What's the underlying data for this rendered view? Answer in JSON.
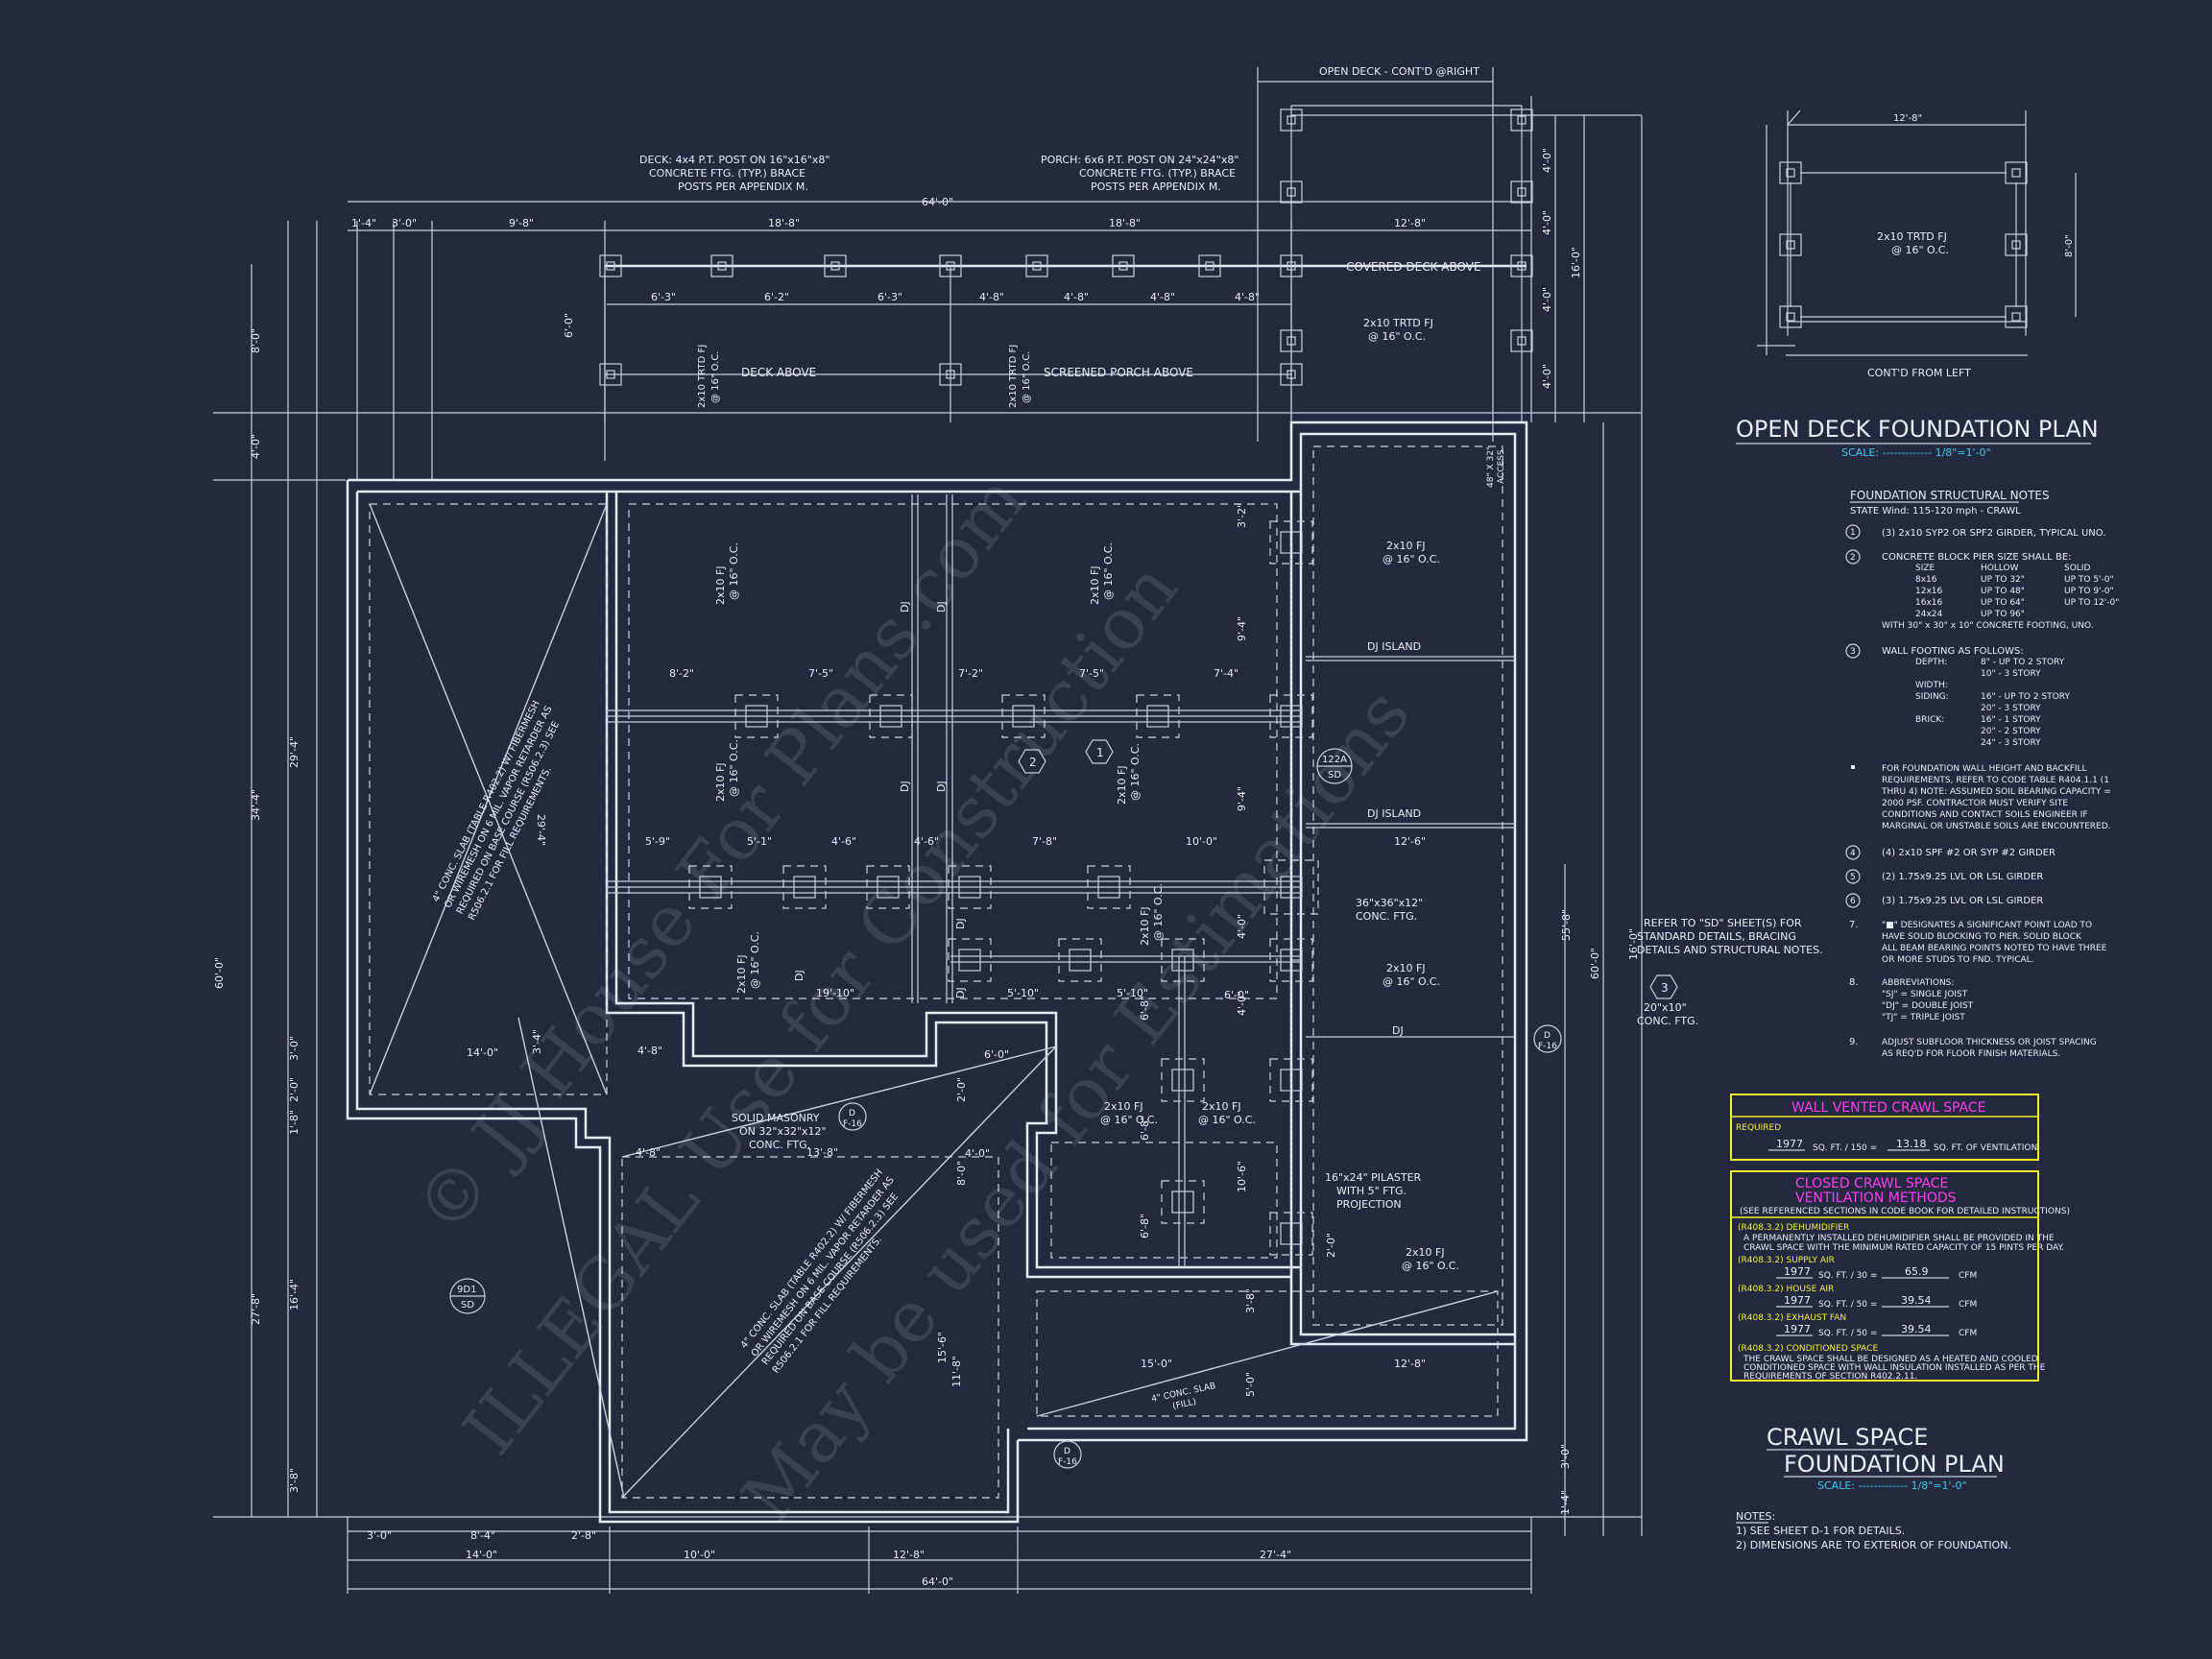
{
  "watermark": {
    "line1": "© JJ House For Plans.com",
    "line2": "ILLEGAL Use for Construction",
    "line3": "May be used for Estimations"
  },
  "top_labels": {
    "open_deck_contd_right": "OPEN DECK - CONT'D @RIGHT",
    "deck_post_note": [
      "DECK: 4x4 P.T. POST ON 16\"x16\"x8\"",
      "CONCRETE FTG. (TYP.) BRACE",
      "POSTS PER APPENDIX M."
    ],
    "porch_post_note": [
      "PORCH: 6x6 P.T. POST ON 24\"x24\"x8\"",
      "CONCRETE FTG. (TYP.) BRACE",
      "POSTS PER APPENDIX M."
    ],
    "deck_above": "DECK ABOVE",
    "screened_porch_above": "SCREENED PORCH ABOVE",
    "covered_deck_above": "COVERED DECK ABOVE",
    "trtd_joist": [
      "2x10 TRTD FJ",
      "@ 16\" O.C."
    ],
    "access": [
      "48\" X 32\"",
      "ACCESS"
    ]
  },
  "dimensions": {
    "top_overall": "64'-0\"",
    "top_row": [
      "1'-4\"",
      "3'-0\"",
      "9'-8\"",
      "18'-8\"",
      "18'-8\"",
      "12'-8\""
    ],
    "deck_spacing": [
      "6'-3\"",
      "6'-2\"",
      "6'-3\"",
      "4'-8\"",
      "4'-8\"",
      "4'-8\"",
      "4'-8\""
    ],
    "deck_depth": "6'-0\"",
    "right_top": [
      "4'-0\"",
      "4'-0\"",
      "4'-0\"",
      "4'-0\"",
      "16'-0\""
    ],
    "left": [
      "8'-0\"",
      "4'-0\"",
      "29'-4\"",
      "34'-4\"",
      "60'-0\"",
      "3'-0\"",
      "2'-0\"",
      "1'-8\"",
      "16'-4\"",
      "27'-8\"",
      "3'-8\""
    ],
    "beam_row_1": [
      "8'-2\"",
      "7'-5\"",
      "7'-2\"",
      "7'-5\"",
      "7'-4\""
    ],
    "beam_row_2": [
      "5'-9\"",
      "5'-1\"",
      "4'-6\"",
      "4'-6\"",
      "7'-8\"",
      "10'-0\"",
      "12'-6\""
    ],
    "interior": [
      "3'-2\"",
      "9'-4\"",
      "9'-4\"",
      "4'-0\"",
      "4'-0\"",
      "6'-0\"",
      "6'-8\"",
      "6'-8\"",
      "6'-8\"",
      "10'-6\"",
      "2'-0\"",
      "3'-8\"",
      "5'-0\"",
      "11'-8\"",
      "15'-6\"",
      "8'-0\"",
      "2'-0\"",
      "3'-4\"",
      "14'-0\"",
      "4'-8\"",
      "4'-8\"",
      "13'-8\"",
      "4'-0\"",
      "6'-0\"",
      "19'-10\"",
      "5'-10\"",
      "5'-10\"",
      "15'-0\"",
      "12'-8\"",
      "29'-4\""
    ],
    "right_side": [
      "60'-0\"",
      "55'-8\"",
      "16'-0\"",
      "3'-0\"",
      "1'-4\""
    ],
    "bottom_row_1": [
      "3'-0\"",
      "8'-4\"",
      "2'-8\""
    ],
    "bottom_row_2": [
      "14'-0\"",
      "10'-0\"",
      "12'-8\"",
      "27'-4\""
    ],
    "bottom_overall": "64'-0\""
  },
  "plan_labels": {
    "fj": [
      "2x10 FJ",
      "@ 16\" O.C."
    ],
    "dj": "DJ",
    "dj_island": "DJ ISLAND",
    "slab_note_1": [
      "4\" CONC. SLAB (TABLE R402.2) W/ FIBERMESH",
      "OR WIREMESH ON 6 MIL. VAPOR RETARDER AS",
      "REQUIRED ON BASE COURSE (R506.2.3) SEE",
      "R506.2.1 FOR FILL REQUIREMENTS."
    ],
    "slab_note_2": [
      "4\" CONC. SLAB (TABLE R402.2) W/ FIBERMESH",
      "OR WIREMESH ON 6 MIL. VAPOR RETARDER AS",
      "REQUIRED ON BASE COURSE (R506.2.3) SEE",
      "R506.2.1 FOR FILL REQUIREMENTS."
    ],
    "solid_masonry": [
      "SOLID MASONRY",
      "ON 32\"x32\"x12\"",
      "CONC. FTG."
    ],
    "ftg_36": [
      "36\"x36\"x12\"",
      "CONC. FTG."
    ],
    "pilaster": [
      "16\"x24\" PILASTER",
      "WITH 5\" FTG.",
      "PROJECTION"
    ],
    "refer_sd": [
      "REFER TO \"SD\" SHEET(S) FOR",
      "STANDARD DETAILS, BRACING",
      "DETAILS AND STRUCTURAL NOTES."
    ],
    "conc_ftg_20": [
      "20\"x10\"",
      "CONC. FTG."
    ],
    "conc_slab_fill": [
      "4\" CONC. SLAB",
      "(FILL)"
    ],
    "callouts": {
      "c1": "1",
      "c2": "2",
      "c3": "3",
      "sec_122a": "122A",
      "sec_sd": "SD",
      "sec_9d1": "9D1",
      "d": "D",
      "f16": "F-16"
    }
  },
  "open_deck_plan": {
    "dim_top": "12'-8\"",
    "dim_right": "8'-0\"",
    "joist": [
      "2x10 TRTD FJ",
      "@ 16\" O.C."
    ],
    "contd_left": "CONT'D FROM LEFT",
    "title": "OPEN DECK FOUNDATION PLAN",
    "scale_label": "SCALE: ------------- 1/8\"=1'-0\""
  },
  "notes": {
    "heading": "FOUNDATION STRUCTURAL NOTES",
    "subheading": "STATE Wind: 115-120 mph - CRAWL",
    "n1": "(3) 2x10 SYP2 OR SPF2 GIRDER, TYPICAL UNO.",
    "n2": "CONCRETE BLOCK PIER SIZE SHALL BE:",
    "pier_head": [
      "SIZE",
      "HOLLOW",
      "SOLID"
    ],
    "pier_rows": [
      [
        "8x16",
        "UP TO 32\"",
        "UP TO 5'-0\""
      ],
      [
        "12x16",
        "UP TO 48\"",
        "UP TO 9'-0\""
      ],
      [
        "16x16",
        "UP TO 64\"",
        "UP TO 12'-0\""
      ],
      [
        "24x24",
        "UP TO 96\"",
        ""
      ]
    ],
    "pier_footing": "WITH 30\" x 30\" x 10\" CONCRETE FOOTING, UNO.",
    "n3": "WALL FOOTING AS FOLLOWS:",
    "depth_label": "DEPTH:",
    "depth_vals": [
      "8\" - UP TO 2 STORY",
      "10\" - 3 STORY"
    ],
    "width_label": "WIDTH:",
    "siding_label": "SIDING:",
    "siding_vals": [
      "16\" - UP TO 2 STORY",
      "20\" - 3 STORY"
    ],
    "brick_label": "BRICK:",
    "brick_vals": [
      "16\" - 1 STORY",
      "20\" - 2 STORY",
      "24\" - 3 STORY"
    ],
    "bullet_note": [
      "FOR FOUNDATION WALL HEIGHT AND BACKFILL",
      "REQUIREMENTS, REFER TO CODE TABLE R404.1.1 (1",
      "THRU 4) NOTE: ASSUMED SOIL BEARING CAPACITY =",
      "2000 PSF. CONTRACTOR MUST VERIFY SITE",
      "CONDITIONS AND CONTACT SOILS ENGINEER IF",
      "MARGINAL OR UNSTABLE SOILS ARE ENCOUNTERED."
    ],
    "n4": "(4) 2x10 SPF #2 OR SYP #2 GIRDER",
    "n5": "(2) 1.75x9.25 LVL OR LSL GIRDER",
    "n6": "(3) 1.75x9.25 LVL OR LSL GIRDER",
    "n7": [
      "\"■\" DESIGNATES A SIGNIFICANT POINT LOAD TO",
      "HAVE SOLID BLOCKING TO PIER. SOLID BLOCK",
      "ALL BEAM BEARING POINTS NOTED TO HAVE THREE",
      "OR MORE STUDS TO FND. TYPICAL."
    ],
    "n8": "ABBREVIATIONS:",
    "abbr": [
      "\"SJ\" = SINGLE JOIST",
      "\"DJ\" = DOUBLE JOIST",
      "\"TJ\" = TRIPLE JOIST"
    ],
    "n9": [
      "ADJUST SUBFLOOR THICKNESS OR JOIST SPACING",
      "AS REQ'D FOR FLOOR FINISH MATERIALS."
    ],
    "num_labels": [
      "1",
      "2",
      "3",
      "4",
      "5",
      "6",
      "7.",
      "8.",
      "9."
    ]
  },
  "wall_vented": {
    "title": "WALL VENTED CRAWL SPACE",
    "required": "REQUIRED",
    "area": "1977",
    "unit": "SQ. FT. / 150 =",
    "result": "13.18",
    "result_unit": "SQ. FT. OF VENTILATION"
  },
  "closed_crawl": {
    "title1": "CLOSED CRAWL SPACE",
    "title2": "VENTILATION METHODS",
    "sub": "(SEE REFERENCED SECTIONS IN CODE BOOK FOR DETAILED INSTRUCTIONS)",
    "m1_label": "(R408.3.2) DEHUMIDIFIER",
    "m1_text": [
      "A PERMANENTLY INSTALLED DEHUMIDIFIER SHALL BE PROVIDED IN THE",
      "CRAWL SPACE WITH THE MINIMUM RATED CAPACITY OF 15 PINTS PER DAY."
    ],
    "m2_label": "(R408.3.2) SUPPLY AIR",
    "m2_area": "1977",
    "m2_unit": "SQ. FT. / 30 =",
    "m2_val": "65.9",
    "m3_label": "(R408.3.2) HOUSE AIR",
    "m3_area": "1977",
    "m3_unit": "SQ. FT. / 50 =",
    "m3_val": "39.54",
    "m4_label": "(R408.3.2) EXHAUST FAN",
    "m4_area": "1977",
    "m4_unit": "SQ. FT. / 50 =",
    "m4_val": "39.54",
    "cfm": "CFM",
    "m5_label": "(R408.3.2) CONDITIONED SPACE",
    "m5_text": [
      "THE CRAWL SPACE SHALL BE DESIGNED AS A HEATED AND COOLED",
      "CONDITIONED SPACE WITH WALL INSULATION INSTALLED AS PER THE",
      "REQUIREMENTS OF SECTION R402.2.11."
    ]
  },
  "crawl_title": {
    "line1": "CRAWL SPACE",
    "line2": "FOUNDATION PLAN",
    "scale_label": "SCALE: ------------- 1/8\"=1'-0\""
  },
  "sheet_notes": {
    "heading": "NOTES:",
    "n1": "1) SEE SHEET D-1 FOR DETAILS.",
    "n2": "2) DIMENSIONS ARE TO EXTERIOR OF FOUNDATION."
  },
  "colors": {
    "background": "#232a40",
    "linework": "#e6e9f2",
    "cyan": "#39c6ef",
    "magenta": "#ff3bf0",
    "yellow": "#f4ef2c"
  }
}
